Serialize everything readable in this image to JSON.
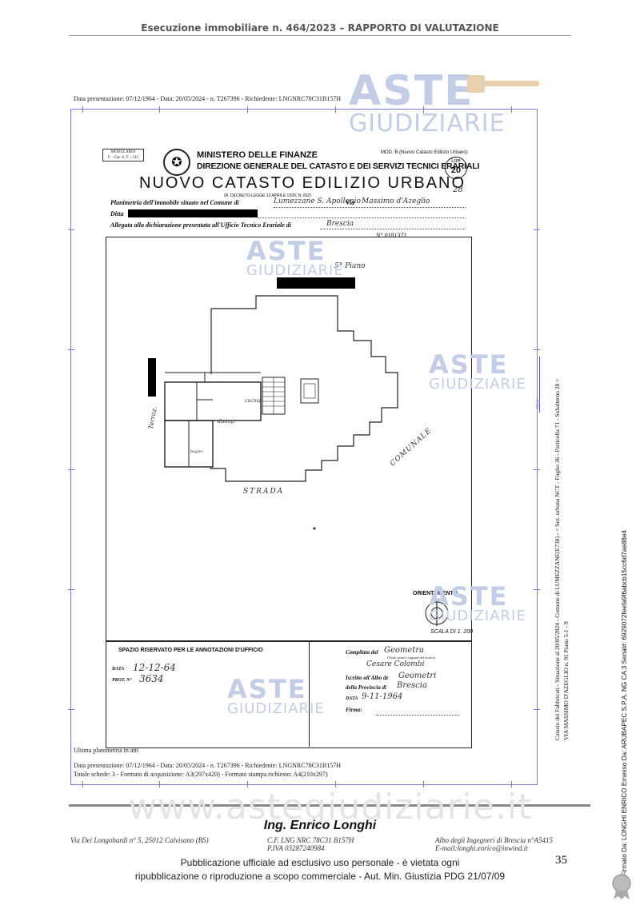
{
  "header": {
    "title": "Esecuzione immobiliare n. 464/2023 – RAPPORTO DI VALUTAZIONE"
  },
  "document": {
    "top_meta": "Data presentazione: 07/12/1964 - Data: 20/05/2024 - n. T267396 - Richiedente: LNGNRC78C31B157H",
    "modulario": "MODULARIO",
    "modulario_code": "F. - Cat. S. T. - 315",
    "ministry": "MINISTERO DELLE FINANZE",
    "direction": "DIREZIONE GENERALE DEL CATASTO E DEI SERVIZI TECNICI ERARIALI",
    "catasto": "NUOVO CATASTO EDILIZIO URBANO",
    "decree": "(R. DECRETO-LEGGE 13 APRILE 1939, N. 652)",
    "mod_b": "MOD. B (Nuovo Catasto Edilizio Urbano)",
    "lire_label": "Lire",
    "lire_value": "20",
    "sheet_no": "28",
    "planimetria_label": "Planimetria dell'immobile situato nel Comune di",
    "comune_hand": "Lumezzane S. Apollonio",
    "via_label": "Via",
    "via_hand": "Massimo d'Azeglio",
    "ditta_label": "Ditta",
    "allegata_label": "Allegata alla dichiarazione presentata all'Ufficio Tecnico Erariale di",
    "ufficio_hand": "Brescia",
    "pratica_no": "N° 0181371",
    "floor_label": "5° Piano",
    "terrace_label": "Terraz.",
    "strada_label": "STRADA",
    "comunale_label": "COMUNALE",
    "cucina_label": "cucina",
    "bagno_label": "bagno",
    "disimpegno_label": "disimp.",
    "orientamento": "ORIENTAMENTO",
    "scala": "SCALA DI 1. 200",
    "office_title": "SPAZIO RISERVATO PER LE ANNOTAZIONI D'UFFICIO",
    "data_label": "DATA",
    "data_value": "12-12-64",
    "prot_label": "PROT. N°",
    "prot_value": "3634",
    "compilata_label": "Compilata dal",
    "compilata_hand": "Geometra",
    "compilata_note": "(Titolo, nome e cognome del tecnico)",
    "tecnico_name": "Cesare Colombi",
    "iscritto_label": "Iscritto all'Albo de",
    "iscritto_hand": "Geometri",
    "provincia_label": "della Provincia di",
    "provincia_hand": "Brescia",
    "data2_label": "DATA",
    "data2_value": "9-11-1964",
    "firma_label": "Firma:",
    "ultima": "Ultima planimetria in atti",
    "bottom_meta1": "Data presentazione: 07/12/1964 - Data: 20/05/2024 - n. T267396 - Richiedente: LNGNRC78C31B157H",
    "bottom_meta2": "Totale schede: 3 - Formato di acquisizione: A3(297x420) - Formato stampa richiesto: A4(210x297)",
    "side_text1": "Catasto dei Fabbricati - Situazione al 20/05/2024 - Comune di LUMEZZANE(E738) - < Sez. urbana NCT - Foglio 36 - Particella 71 - Subalterno 28 >",
    "side_text2": "VIA MASSIMO D'AZEGLIO n. 91 Piano 5-1 - 9",
    "side_small": "100 m"
  },
  "watermark": {
    "aste": "ASTE",
    "giudiziarie": "GIUDIZIARIE",
    "site": "www.astegiudiziarie.it"
  },
  "footer": {
    "name": "Ing. Enrico Longhi",
    "address": "Via Dei Longobardi n° 5, 25012 Calvisano (BS)",
    "cf": "C.F. LNG NRC 78C31 B157H",
    "piva": "P.IVA 03287240984",
    "albo": "Albo degli Ingegneri di Brescia n°A5415",
    "email": "E-mail:longhi.enrico@inwind.it",
    "page_number": "35",
    "pub_line1": "Pubblicazione ufficiale ad esclusivo uso personale - è vietata ogni",
    "pub_line2": "ripubblicazione o riproduzione a scopo commerciale - Aut. Min. Giustizia PDG 21/07/09"
  },
  "signature_side": "Firmato Da: LONGHI ENRICO Emesso Da: ARUBAPEC S.P.A. NG CA 3 Serial#: 6929072feefa9f6abcb15cc6d7ae88e4"
}
